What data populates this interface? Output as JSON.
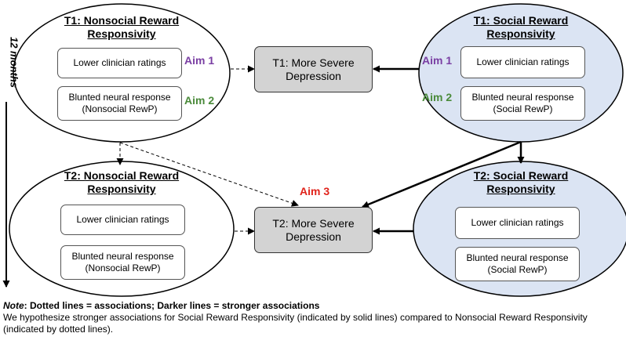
{
  "time_axis": {
    "label": "12 months"
  },
  "nodes": {
    "t1_nonsocial": {
      "title": "T1: Nonsocial Reward Responsivity",
      "title_l1": "T1: Nonsocial Reward",
      "title_l2": "Responsivity",
      "box1": "Lower clinician ratings",
      "box2_l1": "Blunted neural response",
      "box2_l2": "(Nonsocial RewP)",
      "fill": "#ffffff"
    },
    "t1_social": {
      "title_l1": "T1: Social Reward",
      "title_l2": "Responsivity",
      "box1": "Lower clinician ratings",
      "box2_l1": "Blunted neural response",
      "box2_l2": "(Social RewP)",
      "fill": "#dbe4f3"
    },
    "t2_nonsocial": {
      "title_l1": "T2: Nonsocial Reward",
      "title_l2": "Responsivity",
      "box1": "Lower clinician ratings",
      "box2_l1": "Blunted neural response",
      "box2_l2": "(Nonsocial RewP)",
      "fill": "#ffffff"
    },
    "t2_social": {
      "title_l1": "T2: Social Reward",
      "title_l2": "Responsivity",
      "box1": "Lower clinician ratings",
      "box2_l1": "Blunted neural response",
      "box2_l2": "(Social RewP)",
      "fill": "#dbe4f3"
    },
    "t1_depression": {
      "l1": "T1: More Severe",
      "l2": "Depression"
    },
    "t2_depression": {
      "l1": "T2: More Severe",
      "l2": "Depression"
    }
  },
  "aims": {
    "aim1_left": "Aim 1",
    "aim2_left": "Aim 2",
    "aim1_right": "Aim 1",
    "aim2_right": "Aim 2",
    "aim3": "Aim 3",
    "colors": {
      "aim1": "#7a3fa3",
      "aim2": "#4a8a3a",
      "aim3": "#e0231b"
    }
  },
  "notes": {
    "note_label": "Note",
    "line1_rest": ": Dotted lines = associations; Darker lines = stronger associations",
    "line2": "We hypothesize stronger associations for Social Reward Responsivity (indicated by solid lines) compared to Nonsocial Reward Responsivity",
    "line3": "(indicated by dotted lines)."
  }
}
